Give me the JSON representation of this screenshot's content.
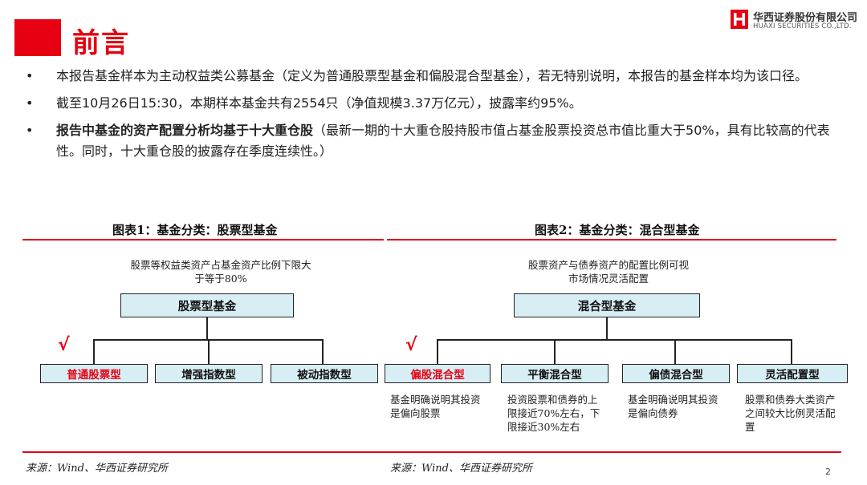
{
  "header": {
    "title": "前言",
    "logo_cn": "华西证券股份有限公司",
    "logo_en": "HUAXI SECURITIES CO.,LTD.",
    "accent_color": "#e60012"
  },
  "bullets": [
    {
      "bold": "",
      "text": "本报告基金样本为主动权益类公募基金（定义为普通股票型基金和偏股混合型基金），若无特别说明，本报告的基金样本均为该口径。"
    },
    {
      "bold": "",
      "text": "截至10月26日15:30，本期样本基金共有2554只（净值规模3.37万亿元），披露率约95%。"
    },
    {
      "bold": "报告中基金的资产配置分析均基于十大重仓股",
      "text": "（最新一期的十大重仓股持股市值占基金股票投资总市值比重大于50%，具有比较高的代表性。同时，十大重仓股的披露存在季度连续性。）"
    }
  ],
  "figure1": {
    "title": "图表1：基金分类：股票型基金",
    "description": "股票等权益类资产占基金资产比例下限大于等于80%",
    "root": "股票型基金",
    "children": [
      "普通股票型",
      "增强指数型",
      "被动指数型"
    ],
    "check": "√",
    "source": "来源：Wind、华西证券研究所"
  },
  "figure2": {
    "title": "图表2：基金分类：混合型基金",
    "description": "股票资产与债券资产的配置比例可视市场情况灵活配置",
    "root": "混合型基金",
    "children": [
      "偏股混合型",
      "平衡混合型",
      "偏债混合型",
      "灵活配置型"
    ],
    "notes": [
      "基金明确说明其投资是偏向股票",
      "投资股票和债券的上限接近70%左右，下限接近30%左右",
      "基金明确说明其投资是偏向债券",
      "股票和债券大类资产之间较大比例灵活配置"
    ],
    "check": "√",
    "source": "来源：Wind、华西证券研究所"
  },
  "page_number": "2"
}
